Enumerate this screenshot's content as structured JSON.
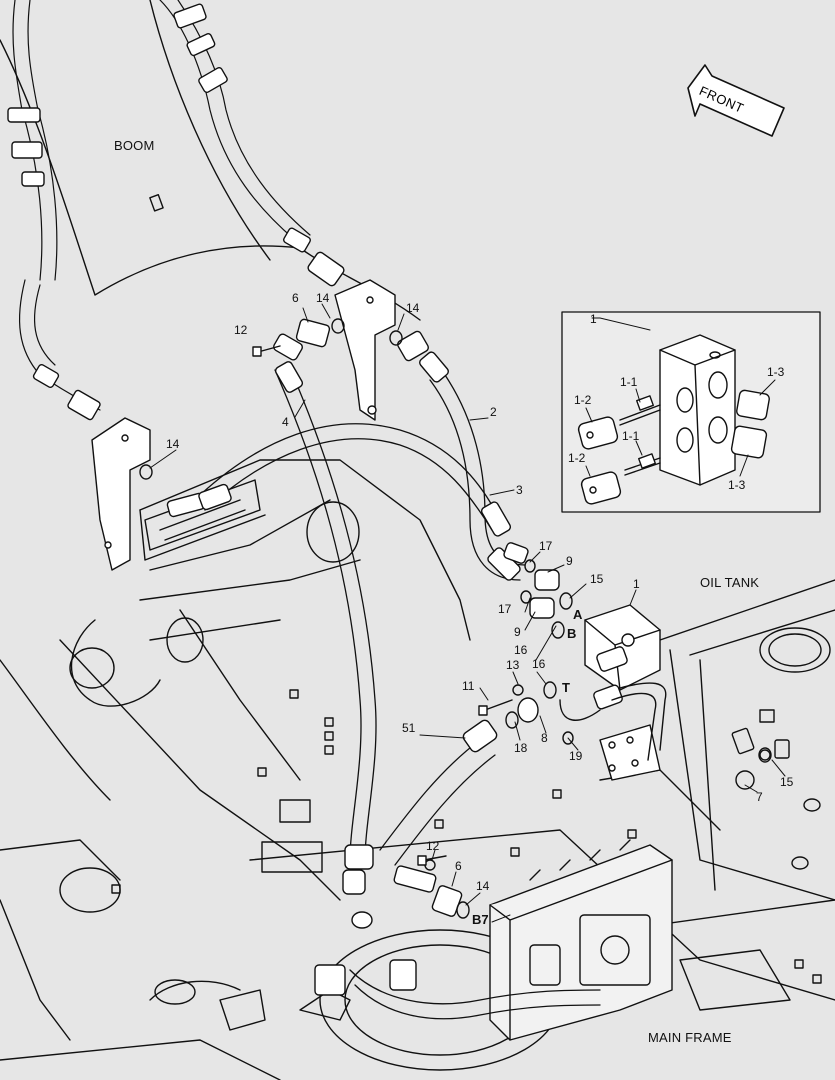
{
  "areas": {
    "boom": "BOOM",
    "oil_tank": "OIL TANK",
    "main_frame": "MAIN FRAME",
    "front": "FRONT"
  },
  "callouts": {
    "c1_inset": "1",
    "c1_1a": "1-1",
    "c1_1b": "1-1",
    "c1_2a": "1-2",
    "c1_2b": "1-2",
    "c1_3a": "1-3",
    "c1_3b": "1-3",
    "c1_main": "1",
    "c2": "2",
    "c3": "3",
    "c4": "4",
    "c6a": "6",
    "c6b": "6",
    "c7": "7",
    "c8": "8",
    "c9a": "9",
    "c9b": "9",
    "c11": "11",
    "c12a": "12",
    "c12b": "12",
    "c13": "13",
    "c14a": "14",
    "c14b": "14",
    "c14c": "14",
    "c14d": "14",
    "c15a": "15",
    "c15b": "15",
    "c16a": "16",
    "c16b": "16",
    "c17a": "17",
    "c17b": "17",
    "c18": "18",
    "c19": "19",
    "c51": "51"
  },
  "ports": {
    "a": "A",
    "b": "B",
    "t": "T",
    "b7": "B7"
  }
}
